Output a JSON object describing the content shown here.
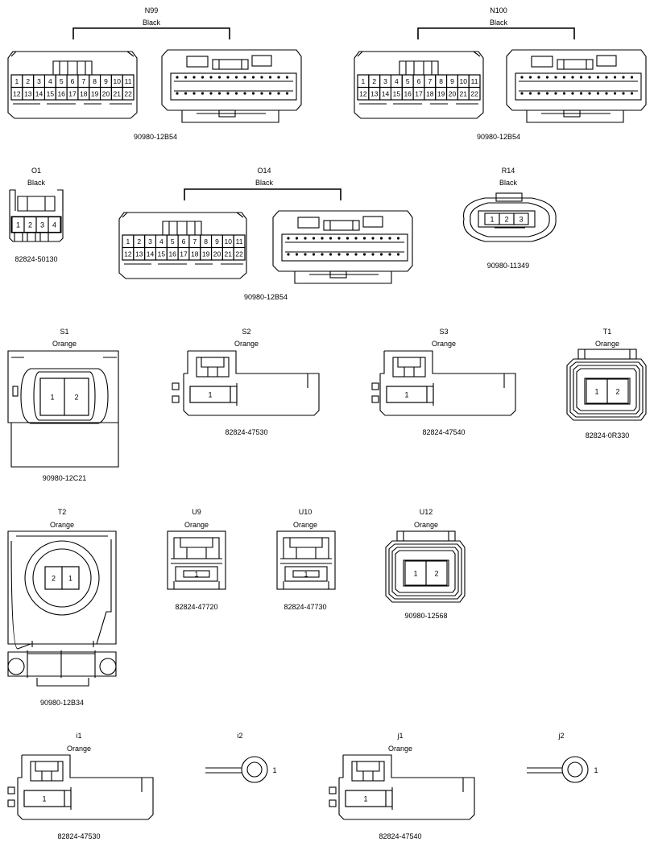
{
  "connectors": [
    {
      "id": "N99",
      "color": "Black",
      "part": "90980-12B54",
      "pins_top": [
        "1",
        "2",
        "3",
        "4",
        "5",
        "6",
        "7",
        "8",
        "9",
        "10",
        "11"
      ],
      "pins_bottom": [
        "12",
        "13",
        "14",
        "15",
        "16",
        "17",
        "18",
        "19",
        "20",
        "21",
        "22"
      ]
    },
    {
      "id": "N100",
      "color": "Black",
      "part": "90980-12B54",
      "pins_top": [
        "1",
        "2",
        "3",
        "4",
        "5",
        "6",
        "7",
        "8",
        "9",
        "10",
        "11"
      ],
      "pins_bottom": [
        "12",
        "13",
        "14",
        "15",
        "16",
        "17",
        "18",
        "19",
        "20",
        "21",
        "22"
      ]
    },
    {
      "id": "O1",
      "color": "Black",
      "part": "82824-50130",
      "pins": [
        "1",
        "2",
        "3",
        "4"
      ]
    },
    {
      "id": "O14",
      "color": "Black",
      "part": "90980-12B54",
      "pins_top": [
        "1",
        "2",
        "3",
        "4",
        "5",
        "6",
        "7",
        "8",
        "9",
        "10",
        "11"
      ],
      "pins_bottom": [
        "12",
        "13",
        "14",
        "15",
        "16",
        "17",
        "18",
        "19",
        "20",
        "21",
        "22"
      ]
    },
    {
      "id": "R14",
      "color": "Black",
      "part": "90980-11349",
      "pins": [
        "1",
        "2",
        "3"
      ]
    },
    {
      "id": "S1",
      "color": "Orange",
      "part": "90980-12C21",
      "pins": [
        "1",
        "2"
      ]
    },
    {
      "id": "S2",
      "color": "Orange",
      "part": "82824-47530",
      "pins": [
        "1"
      ]
    },
    {
      "id": "S3",
      "color": "Orange",
      "part": "82824-47540",
      "pins": [
        "1"
      ]
    },
    {
      "id": "T1",
      "color": "Orange",
      "part": "82824-0R330",
      "pins": [
        "1",
        "2"
      ]
    },
    {
      "id": "T2",
      "color": "Orange",
      "part": "90980-12B34",
      "pins": [
        "2",
        "1"
      ]
    },
    {
      "id": "U9",
      "color": "Orange",
      "part": "82824-47720",
      "pins": [
        "1"
      ]
    },
    {
      "id": "U10",
      "color": "Orange",
      "part": "82824-47730",
      "pins": [
        "1"
      ]
    },
    {
      "id": "U12",
      "color": "Orange",
      "part": "90980-12568",
      "pins": [
        "1",
        "2"
      ]
    },
    {
      "id": "i1",
      "color": "Orange",
      "part": "82824-47530",
      "pins": [
        "1"
      ]
    },
    {
      "id": "i2",
      "pins": [
        "1"
      ]
    },
    {
      "id": "j1",
      "color": "Orange",
      "part": "82824-47540",
      "pins": [
        "1"
      ]
    },
    {
      "id": "j2",
      "pins": [
        "1"
      ]
    }
  ]
}
